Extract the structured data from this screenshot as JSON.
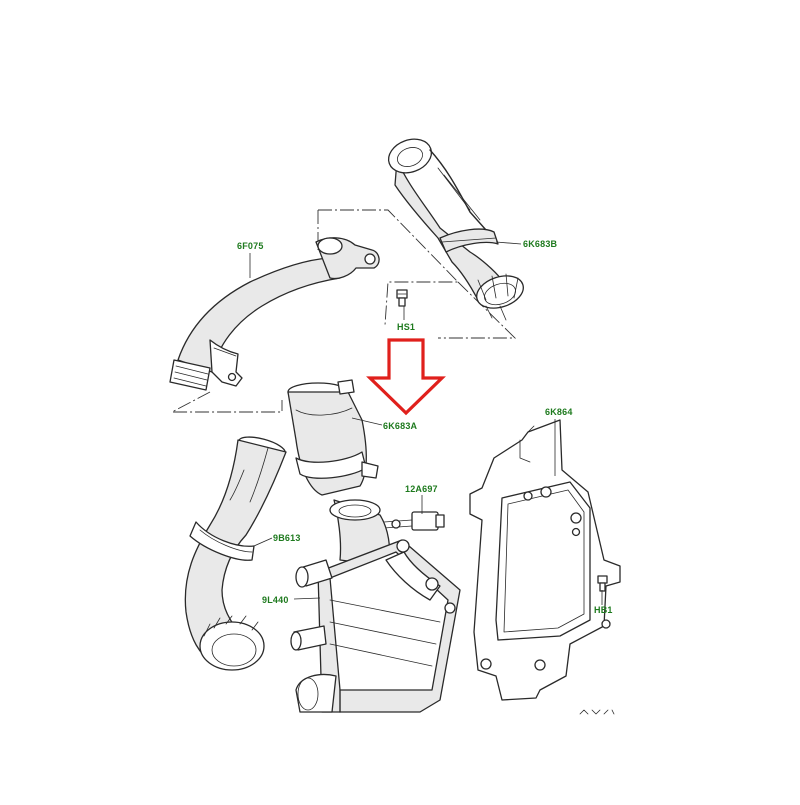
{
  "callouts": {
    "c_6F075": "6F075",
    "c_6K683B": "6K683B",
    "c_HS1": "HS1",
    "c_6K683A": "6K683A",
    "c_12A697": "12A697",
    "c_6K864": "6K864",
    "c_9B613": "9B613",
    "c_9L440": "9L440",
    "c_HB1": "HB1"
  },
  "colors": {
    "callout_text": "#1e7a1e",
    "highlight_arrow": "#e0201c",
    "linework": "#2a2a2a"
  },
  "highlight": {
    "shape": "down-arrow-outline",
    "points_to": "6K683A"
  }
}
